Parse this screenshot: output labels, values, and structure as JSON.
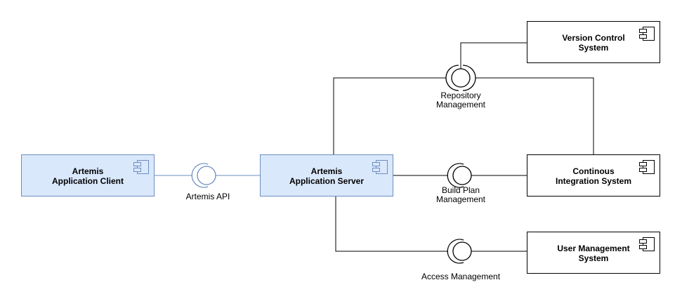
{
  "diagram": {
    "type": "uml-component-diagram",
    "background": "#ffffff"
  },
  "colors": {
    "internal_component_fill": "#dae8fc",
    "internal_component_stroke": "#6c8ebf",
    "external_component_fill": "#ffffff",
    "external_component_stroke": "#000000",
    "connector": "#000000",
    "api_connector": "#6c8ebf",
    "text": "#000000"
  },
  "components": {
    "client": {
      "label": "Artemis\nApplication Client"
    },
    "server": {
      "label": "Artemis\nApplication Server"
    },
    "vcs": {
      "label": "Version Control\nSystem"
    },
    "ci": {
      "label": "Continous\nIntegration System"
    },
    "ums": {
      "label": "User Management\nSystem"
    }
  },
  "interfaces": {
    "api": {
      "label": "Artemis API"
    },
    "repo": {
      "label": "Repository\nManagement"
    },
    "build": {
      "label": "Build Plan\nManagement"
    },
    "access": {
      "label": "Access Management"
    }
  }
}
